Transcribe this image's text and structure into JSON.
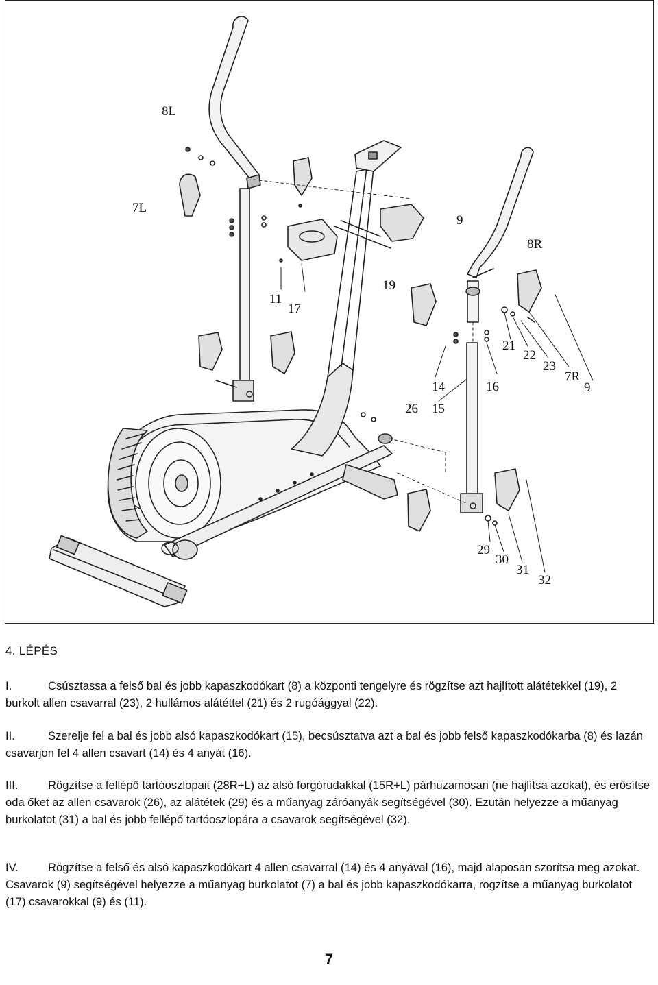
{
  "callouts": {
    "c8L": "8L",
    "c7L": "7L",
    "c9a": "9",
    "c8R": "8R",
    "c19": "19",
    "c11": "11",
    "c17": "17",
    "c21": "21",
    "c22": "22",
    "c23": "23",
    "c7R": "7R",
    "c9b": "9",
    "c14": "14",
    "c16": "16",
    "c26": "26",
    "c15": "15",
    "c29": "29",
    "c30": "30",
    "c31": "31",
    "c32": "32"
  },
  "step": {
    "title": "4. LÉPÉS",
    "paragraphs": [
      {
        "num": "I.",
        "text": "Csúsztassa a felső bal és jobb kapaszkodókart (8) a központi tengelyre és rögzítse azt hajlított alátétekkel (19), 2 burkolt allen csavarral (23), 2 hullámos alátéttel (21) és 2 rugóággyal (22)."
      },
      {
        "num": "II.",
        "text": "Szerelje fel a bal és jobb alsó kapaszkodókart (15), becsúsztatva azt a bal és jobb felső kapaszkodókarba (8) és lazán csavarjon fel 4 allen csavart (14) és 4 anyát (16)."
      },
      {
        "num": "III.",
        "text": "Rögzítse a fellépő tartóoszlopait (28R+L) az alsó forgórudakkal (15R+L) párhuzamosan (ne hajlítsa azokat), és erősítse oda őket az allen csavarok (26), az alátétek (29) és a műanyag záróanyák segítségével (30). Ezután helyezze a műanyag burkolatot (31) a bal és jobb fellépő tartóoszlopára a csavarok segítségével (32)."
      },
      {
        "num": "IV.",
        "text": "Rögzítse a felső és alsó kapaszkodókart 4 allen csavarral (14) és 4 anyával (16), majd alaposan szorítsa meg azokat. Csavarok (9) segítségével helyezze a műanyag burkolatot (7) a bal és jobb kapaszkodókarra, rögzítse a műanyag burkolatot (17) csavarokkal (9) és (11)."
      }
    ]
  },
  "page_number": "7"
}
